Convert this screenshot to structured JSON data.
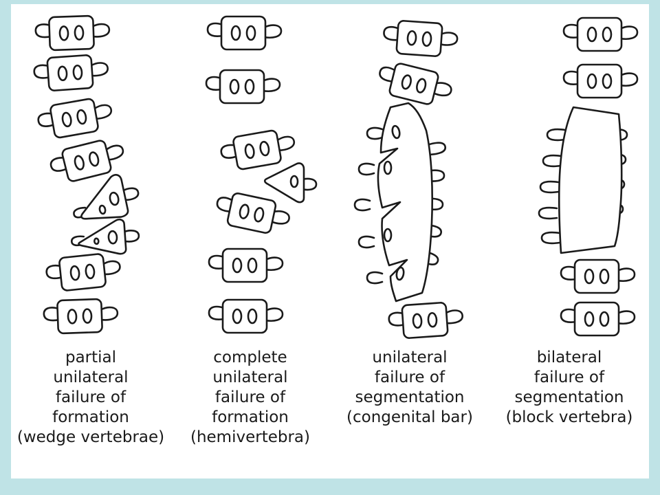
{
  "captions": [
    [
      "partial",
      "unilateral",
      "failure of",
      "formation",
      "(wedge vertebrae)"
    ],
    [
      "complete",
      "unilateral",
      "failure of",
      "formation",
      "(hemivertebra)"
    ],
    [
      "unilateral",
      "failure of",
      "segmentation",
      "(congenital bar)"
    ],
    [
      "bilateral",
      "failure of",
      "segmentation",
      "(block vertebra)"
    ]
  ],
  "colors": {
    "background": "#bfe3e6",
    "slide": "#ffffff",
    "stroke": "#1a1a1a"
  },
  "icons": [
    "vertebra-icon",
    "wedge-vertebra-icon",
    "hemivertebra-icon",
    "congenital-bar-icon",
    "block-vertebra-icon"
  ]
}
